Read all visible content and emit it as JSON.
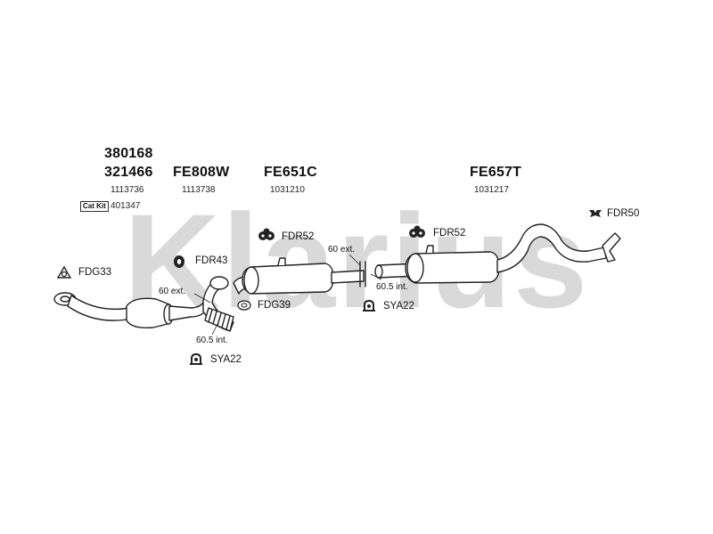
{
  "watermark": {
    "text": "Klarius",
    "color": "#d9d9d9"
  },
  "part_groups": [
    {
      "codes": [
        "380168",
        "321466"
      ],
      "number": "1113736"
    },
    {
      "codes": [
        "FE808W"
      ],
      "number": "1113738"
    },
    {
      "codes": [
        "FE651C"
      ],
      "number": "1031210"
    },
    {
      "codes": [
        "FE657T"
      ],
      "number": "1031217"
    }
  ],
  "cat_kit": {
    "badge": "Cat Kit",
    "number": "401347"
  },
  "fittings": {
    "fdg33": "FDG33",
    "fdr43": "FDR43",
    "fdg39": "FDG39",
    "sya22_a": "SYA22",
    "fdr52_a": "FDR52",
    "fdr52_b": "FDR52",
    "sya22_b": "SYA22",
    "fdr50": "FDR50"
  },
  "joints": {
    "a_ext": "60 ext.",
    "a_int": "60.5 int.",
    "b_ext": "60 ext.",
    "b_int": "60.5 int."
  },
  "colors": {
    "line": "#222222",
    "pipe_fill": "#ffffff",
    "icon": "#222222"
  }
}
